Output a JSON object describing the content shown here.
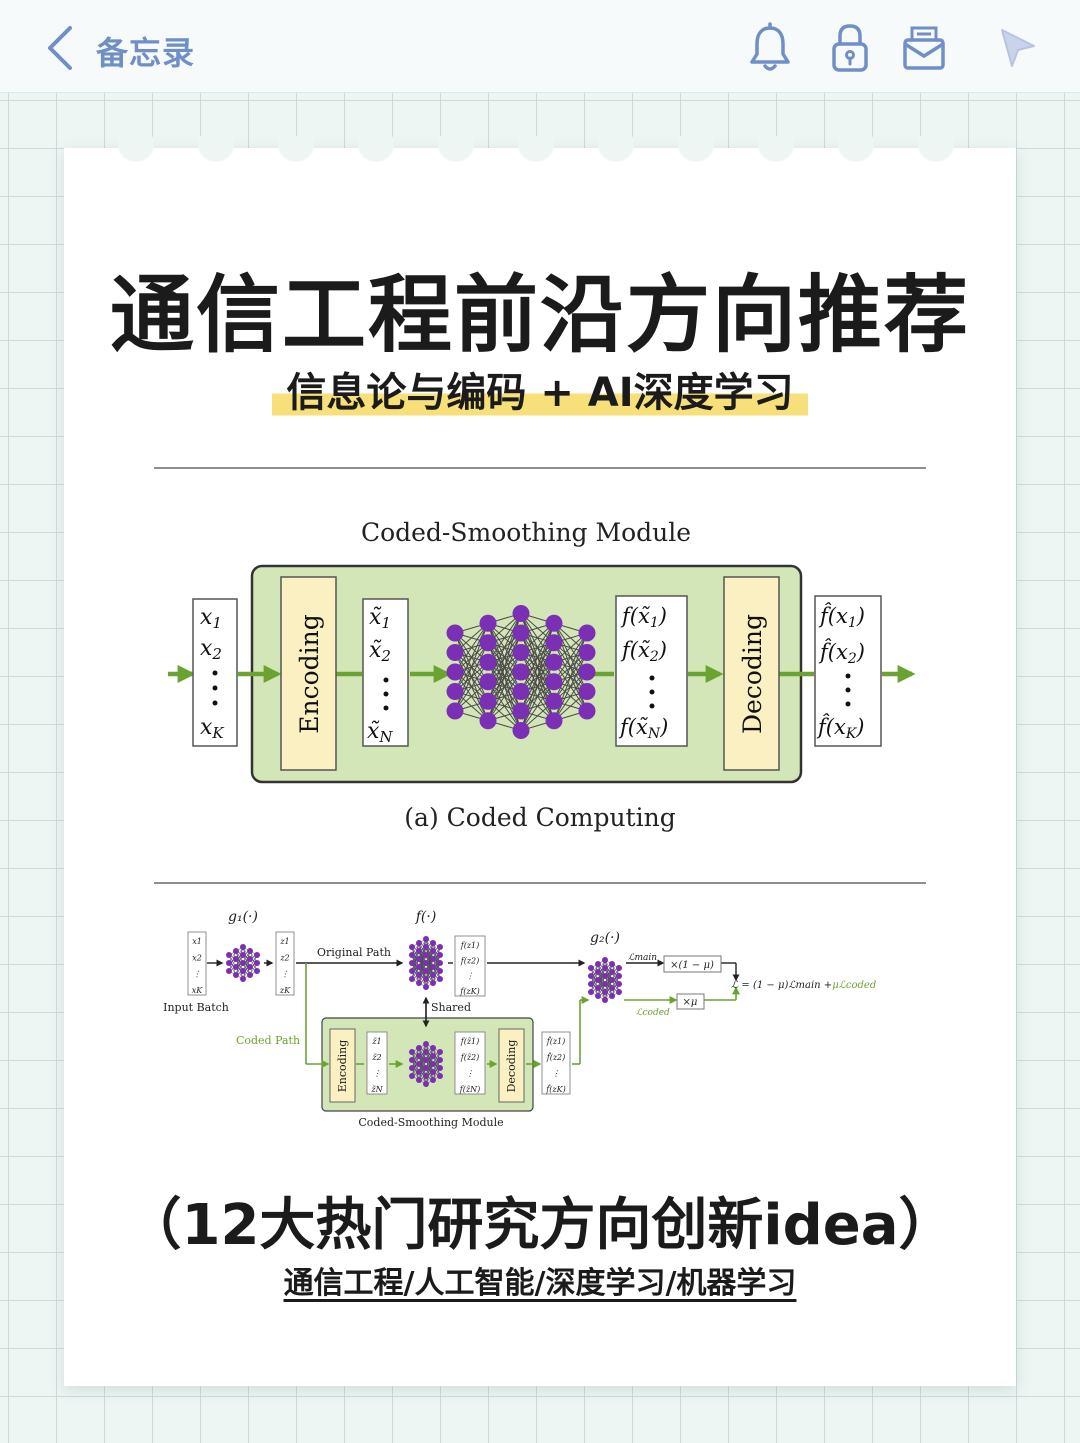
{
  "topbar": {
    "title": "备忘录",
    "icons": [
      "chevron-left-icon",
      "bell-icon",
      "lock-icon",
      "envelope-icon",
      "cursor-arrow-icon"
    ],
    "accent": "#6f8fc6"
  },
  "card": {
    "title": "通信工程前沿方向推荐",
    "subtitle": "信息论与编码 + AI深度学习",
    "highlight_color": "#f7e07a",
    "bottom_title": "（12大热门研究方向创新idea）",
    "tags": "通信工程/人工智能/深度学习/机器学习"
  },
  "figure1": {
    "title": "Coded-Smoothing Module",
    "caption": "(a) Coded Computing",
    "encoding_label": "Encoding",
    "decoding_label": "Decoding",
    "inputs": [
      "x",
      "x",
      "x"
    ],
    "input_subs": [
      "1",
      "2",
      "K"
    ],
    "encoded": [
      "x̃",
      "x̃",
      "x̃"
    ],
    "encoded_subs": [
      "1",
      "2",
      "N"
    ],
    "f_out": [
      "f(x̃",
      "f(x̃",
      "f(x̃"
    ],
    "f_out_subs": [
      "1",
      "2",
      "N"
    ],
    "fhat_out": [
      "f̂(x",
      "f̂(x",
      "f̂(x"
    ],
    "fhat_out_subs": [
      "1",
      "2",
      "K"
    ],
    "module_color": "#d3e6b8",
    "block_color": "#fbf0c1",
    "node_color": "#7b2fb5",
    "arrow_color": "#6aa331"
  },
  "figure2": {
    "g1": "g₁(·)",
    "f": "f(·)",
    "g2": "g₂(·)",
    "original_path": "Original Path",
    "coded_path": "Coded Path",
    "input_batch": "Input Batch",
    "shared": "Shared",
    "module": "Coded-Smoothing Module",
    "encoding": "Encoding",
    "decoding": "Decoding",
    "l_main": "ℒmain",
    "l_coded": "ℒcoded",
    "mult_main": "×(1 − μ)",
    "mult_coded": "×μ",
    "loss_main": "ℒ = (1 − μ)ℒmain +",
    "loss_coded": "μℒcoded",
    "batch_x": [
      "x1",
      "x2",
      "⋮",
      "xK"
    ],
    "batch_z": [
      "z1",
      "z2",
      "⋮",
      "zK"
    ],
    "f_z": [
      "f(z1)",
      "f(z2)",
      "⋮",
      "f(zK)"
    ],
    "enc_z": [
      "z̃1",
      "z̃2",
      "⋮",
      "z̃N"
    ],
    "f_enc_z": [
      "f(z̃1)",
      "f(z̃2)",
      "⋮",
      "f(z̃N)"
    ],
    "fhat_z": [
      "f̂(z1)",
      "f̂(z2)",
      "⋮",
      "f̂(zK)"
    ]
  }
}
